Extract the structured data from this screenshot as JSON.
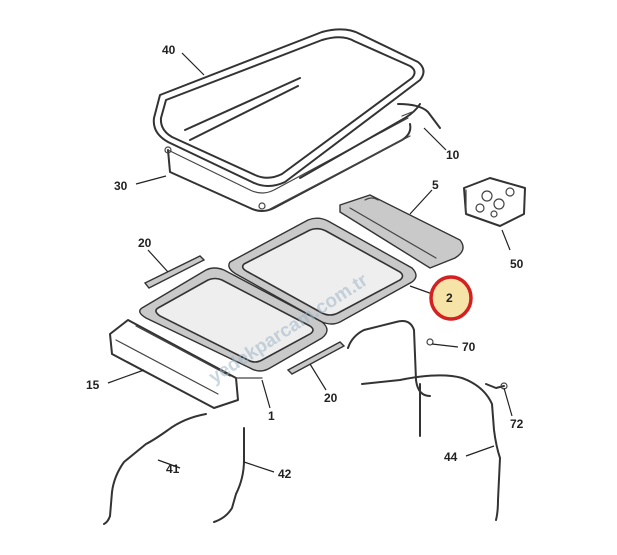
{
  "watermark": "yedekparcam.com.tr",
  "highlight_color": "#d42020",
  "highlight_fill": "#f5e3a8",
  "parts": [
    {
      "id": "40",
      "label": "40"
    },
    {
      "id": "10",
      "label": "10"
    },
    {
      "id": "30",
      "label": "30"
    },
    {
      "id": "5",
      "label": "5"
    },
    {
      "id": "50",
      "label": "50"
    },
    {
      "id": "20a",
      "label": "20"
    },
    {
      "id": "2",
      "label": "2"
    },
    {
      "id": "70",
      "label": "70"
    },
    {
      "id": "15",
      "label": "15"
    },
    {
      "id": "1",
      "label": "1"
    },
    {
      "id": "20b",
      "label": "20"
    },
    {
      "id": "72",
      "label": "72"
    },
    {
      "id": "44",
      "label": "44"
    },
    {
      "id": "41",
      "label": "41"
    },
    {
      "id": "42",
      "label": "42"
    }
  ]
}
